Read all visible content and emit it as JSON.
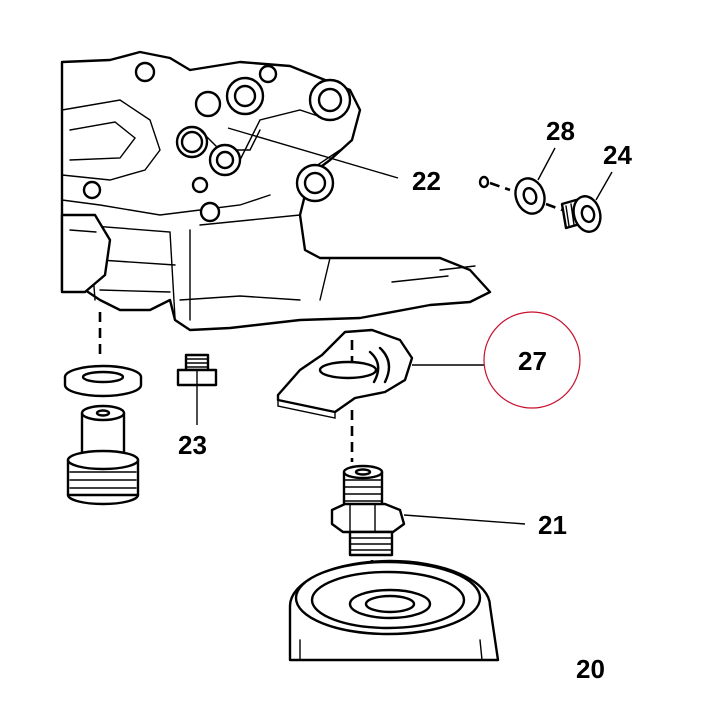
{
  "diagram": {
    "part_labels": {
      "p21": "21",
      "p22": "22",
      "p23": "23",
      "p24": "24",
      "p27": "27",
      "p28": "28",
      "p_partial": "20"
    },
    "highlight_color": "#c8102e",
    "ink_color": "#000000"
  }
}
